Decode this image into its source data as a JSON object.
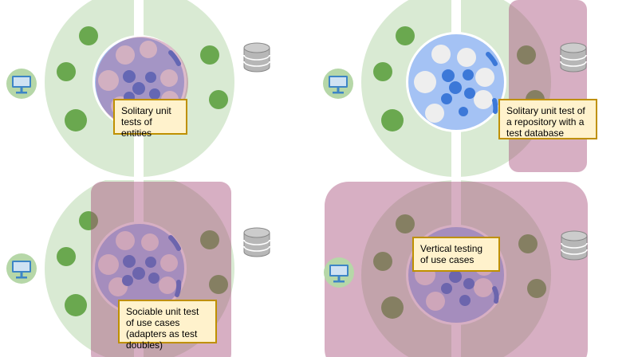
{
  "colors": {
    "outer_ring": "#d9ead3",
    "adapter_green": "#6aa84f",
    "core_blue": "#a4c2f4",
    "entity_white": "#eeeeee",
    "usecase_blue": "#3c78d8",
    "test_scope": "#a64d79",
    "note_fill": "#fff2cc",
    "note_border": "#bf9000",
    "database": "#999999",
    "monitor": "#3d85c6"
  },
  "icons": {
    "client": "monitor-icon",
    "storage": "database-icon"
  },
  "panels": [
    {
      "id": "solitary-entities",
      "label": "Solitary unit tests of entities"
    },
    {
      "id": "solitary-repository",
      "label": "Solitary unit test of a repository with a test database"
    },
    {
      "id": "sociable-usecases",
      "label": "Sociable unit test of use cases (adapters as test doubles)"
    },
    {
      "id": "vertical",
      "label": "Vertical testing of use cases"
    }
  ]
}
